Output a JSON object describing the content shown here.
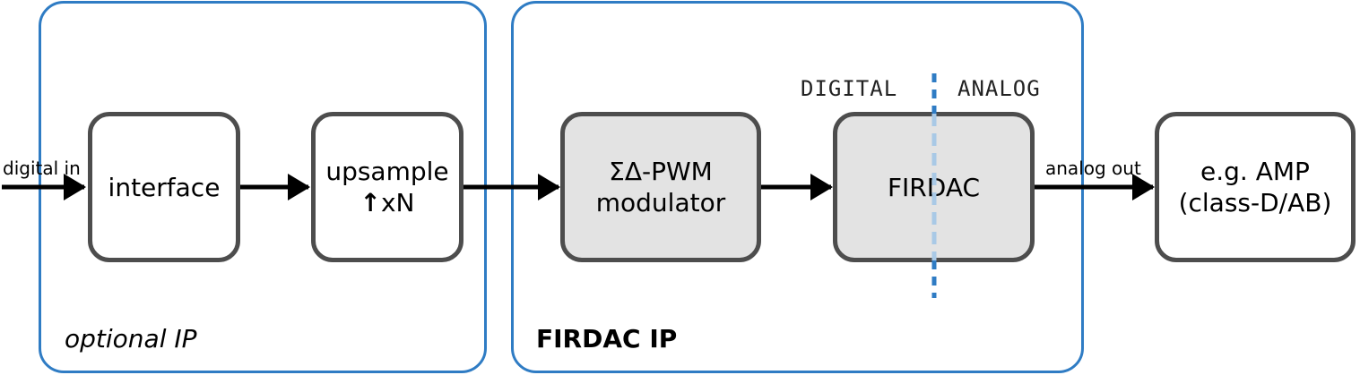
{
  "groups": {
    "optional": {
      "label": "optional IP"
    },
    "firdac": {
      "label": "FIRDAC IP"
    }
  },
  "blocks": {
    "interface": {
      "label": "interface"
    },
    "upsample": {
      "line1": "upsample",
      "arrow": "↑",
      "line2": "xN"
    },
    "modulator": {
      "line1": "ΣΔ-PWM",
      "line2": "modulator"
    },
    "firdac": {
      "label": "FIRDAC"
    },
    "amp": {
      "line1": "e.g. AMP",
      "line2": "(class-D/AB)"
    }
  },
  "edges": {
    "input_label": "digital in",
    "output_label": "analog out"
  },
  "domains": {
    "left": "DIGITAL",
    "right": "ANALOG"
  },
  "colors": {
    "group_border": "#2f7cc4",
    "block_border": "#4d4d4d",
    "gray_fill": "#e3e3e3",
    "divider_dark": "#2f7cc4",
    "divider_light": "#a9c9e6"
  }
}
